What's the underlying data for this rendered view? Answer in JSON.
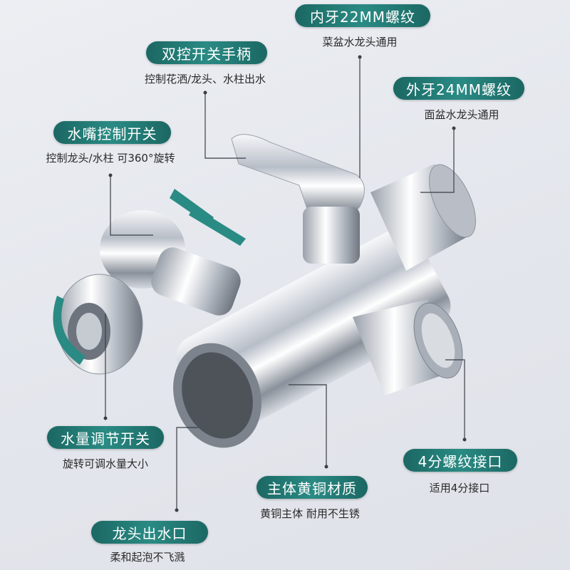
{
  "callouts": [
    {
      "title": "内牙22MM螺纹",
      "subtitle": "菜盆水龙头通用"
    },
    {
      "title": "双控开关手柄",
      "subtitle": "控制花洒/龙头、水柱出水"
    },
    {
      "title": "外牙24MM螺纹",
      "subtitle": "面盆水龙头通用"
    },
    {
      "title": "水嘴控制开关",
      "subtitle": "控制龙头/水柱 可360°旋转"
    },
    {
      "title": "水量调节开关",
      "subtitle": "旋转可调水量大小"
    },
    {
      "title": "主体黄铜材质",
      "subtitle": "黄铜主体 耐用不生锈"
    },
    {
      "title": "4分螺纹接口",
      "subtitle": "适用4分接口"
    },
    {
      "title": "龙头出水口",
      "subtitle": "柔和起泡不飞溅"
    }
  ],
  "colors": {
    "pill": "#1f736e",
    "line": "#3a3f45",
    "chrome": "#c9ced6"
  }
}
